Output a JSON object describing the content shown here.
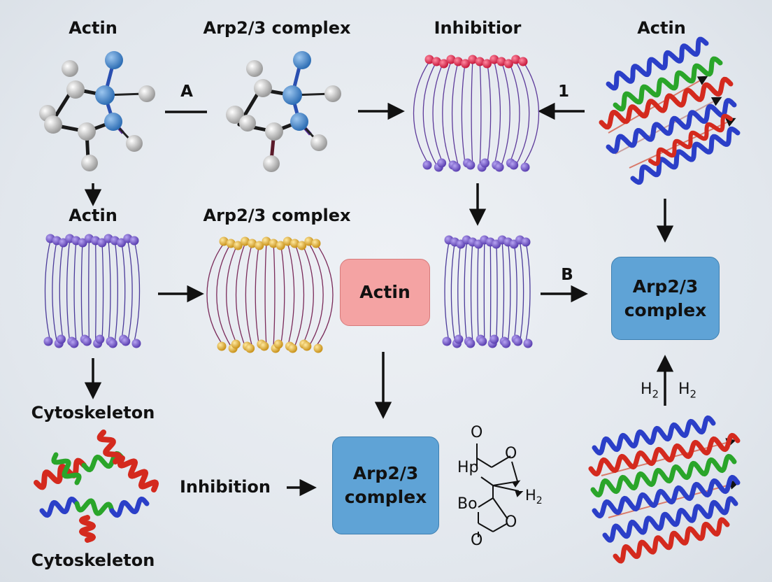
{
  "labels": {
    "top_actin": "Actin",
    "top_arp": "Arp2/3 complex",
    "top_inhib": "Inhibitior",
    "top_actin_right": "Actin",
    "mid_actin": "Actin",
    "mid_arp": "Arp2/3 complex",
    "cyto1": "Cytoskeleton",
    "cyto2": "Cytoskeleton",
    "inhibition": "Inhibition",
    "arrow_a": "A",
    "arrow_1": "1",
    "arrow_b": "B"
  },
  "boxes": {
    "actin_center": "Actin",
    "arp_right": "Arp2/3 complex",
    "arp_bottom": "Arp2/3 complex"
  },
  "h2": {
    "left": "H2",
    "right": "H2"
  },
  "molecule": {
    "o_top": "O",
    "hp": "Hp",
    "o_right": "O",
    "h2": "H2",
    "bo": "Bo",
    "o_ring": "O",
    "o_bottom": "O"
  },
  "colors": {
    "blue_box": "#5fa3d6",
    "pink_box": "#f4a3a3",
    "lipid_purple": "#7a5cc8",
    "lipid_red": "#e8375a",
    "lipid_gold": "#e8b93a",
    "helix_red": "#d42a1e",
    "helix_green": "#2aa52a",
    "helix_blue": "#2b3fc8"
  }
}
